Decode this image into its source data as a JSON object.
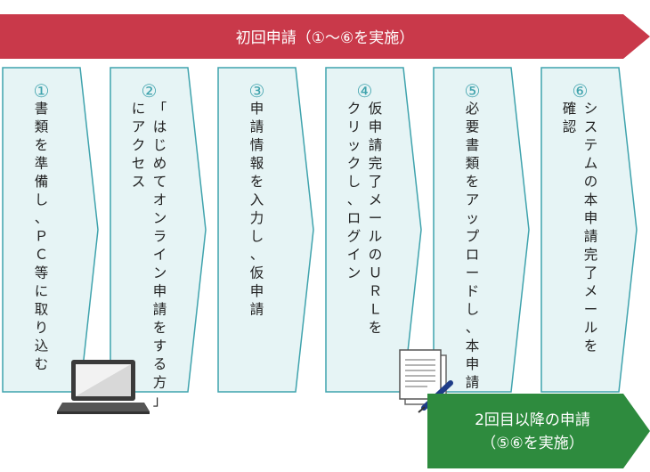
{
  "banner": {
    "top_label": "初回申請（①～⑥を実施）",
    "top_color": "#c9394a",
    "bottom_line1": "2回目以降の申請",
    "bottom_line2": "（⑤⑥を実施）",
    "bottom_color": "#2e8b3e"
  },
  "steps": [
    {
      "num": "①",
      "columns": [
        "書類を準備し、ＰＣ等に取り込む"
      ]
    },
    {
      "num": "②",
      "columns": [
        "「はじめてオンライン申請をする方」",
        "にアクセス"
      ]
    },
    {
      "num": "③",
      "columns": [
        "申請情報を入力し、仮申請"
      ]
    },
    {
      "num": "④",
      "columns": [
        "仮申請完了メールのＵＲＬを",
        "クリックし、ログイン"
      ]
    },
    {
      "num": "⑤",
      "columns": [
        "必要書類をアップロードし、本申請"
      ]
    },
    {
      "num": "⑥",
      "columns": [
        "システムの本申請完了メールを",
        "確認"
      ]
    }
  ],
  "icons": [
    "laptop-icon",
    "document-pen-icon"
  ],
  "colors": {
    "box_fill": "#e6f4f5",
    "box_stroke": "#3fa3ad",
    "number": "#3fa3ad",
    "text": "#222222"
  }
}
